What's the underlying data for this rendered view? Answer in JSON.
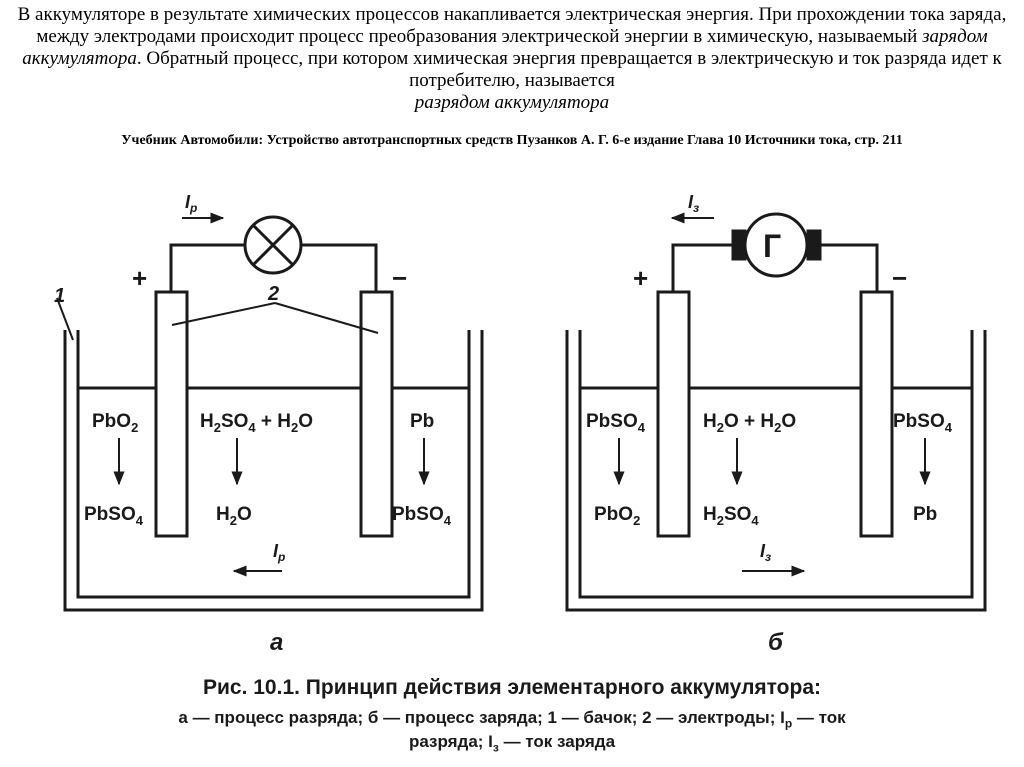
{
  "intro": {
    "part1": "В аккумуляторе в результате химических процессов накапливается электрическая энергия. При прохождении тока заряда, между электродами происходит процесс преобразования электрической энергии в химическую, называемый ",
    "term1": "зарядом аккумулятора",
    "part2": ". Обратный процесс, при котором химическая энергия превращается в электрическую и ток разряда  идет к потребителю, называется ",
    "term2": "разрядом аккумулятора"
  },
  "source": "Учебник Автомобили: Устройство  автотранспортных средств Пузанков А. Г. 6-е издание Глава 10 Источники тока, стр. 211",
  "diagram_a": {
    "plus": "+",
    "minus": "−",
    "label_tank": "1",
    "label_electrodes": "2",
    "current": {
      "letter": "I",
      "sub": "p"
    },
    "left_top": {
      "base": "PbO",
      "sub": "2"
    },
    "left_bottom": {
      "base": "PbSO",
      "sub": "4"
    },
    "mid_top": {
      "a": "H",
      "a_sub": "2",
      "b": "SO",
      "b_sub": "4",
      "c": " + H",
      "c_sub": "2",
      "d": "O"
    },
    "mid_bottom": {
      "a": "H",
      "a_sub": "2",
      "b": "O"
    },
    "right_top": {
      "base": "Pb"
    },
    "right_bottom": {
      "base": "PbSO",
      "sub": "4"
    },
    "letter": "а"
  },
  "diagram_b": {
    "plus": "+",
    "minus": "−",
    "generator": "Г",
    "current": {
      "letter": "I",
      "sub": "з"
    },
    "left_top": {
      "base": "PbSO",
      "sub": "4"
    },
    "left_bottom": {
      "base": "PbO",
      "sub": "2"
    },
    "mid_top": {
      "a": "H",
      "a_sub": "2",
      "b": "O + H",
      "b_sub": "2",
      "c": "O"
    },
    "mid_bottom": {
      "a": "H",
      "a_sub": "2",
      "b": "SO",
      "b_sub": "4"
    },
    "right_top": {
      "base": "PbSO",
      "sub": "4"
    },
    "right_bottom": {
      "base": "Pb"
    },
    "letter": "б"
  },
  "caption": {
    "title": "Рис. 10.1. Принцип действия элементарного аккумулятора:",
    "line1": "а — процесс разряда; б — процесс заряда; 1 — бачок; 2 — электроды; I",
    "line1_sub": "р",
    "line1_end": " — ток",
    "line2": "разряда; I",
    "line2_sub": "з",
    "line2_end": " — ток заряда"
  }
}
